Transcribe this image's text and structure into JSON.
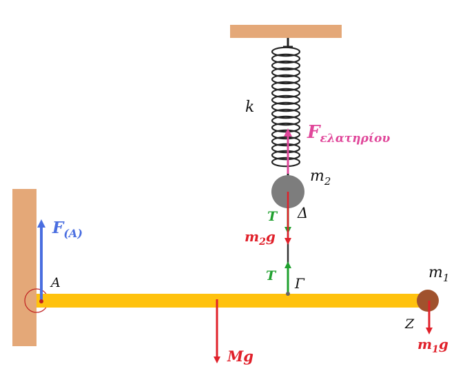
{
  "labels": {
    "spring_constant": "k",
    "spring_force_F": "F",
    "spring_force_sub": "ελατηρίου",
    "mass2_m": "m",
    "mass2_sub": "2",
    "point_delta": "Δ",
    "tension_upper": "T",
    "weight2_m": "m",
    "weight2_sub": "2",
    "weight2_g": "g",
    "tension_lower": "T",
    "point_gamma": "Γ",
    "hinge_force_F": "F",
    "hinge_force_sub": "(A)",
    "point_A": "A",
    "rod_weight": "Mg",
    "mass1_m": "m",
    "mass1_sub": "1",
    "point_Z": "Z",
    "weight1_m": "m",
    "weight1_sub": "1",
    "weight1_g": "g"
  },
  "colors": {
    "support": "#e4a878",
    "rod": "#ffc20e",
    "spring_force": "#e0479a",
    "tension": "#1fa02e",
    "weight": "#e0202a",
    "hinge_force": "#4a6ee0",
    "mass2": "#7d7d7d",
    "mass1": "#a0522d"
  }
}
